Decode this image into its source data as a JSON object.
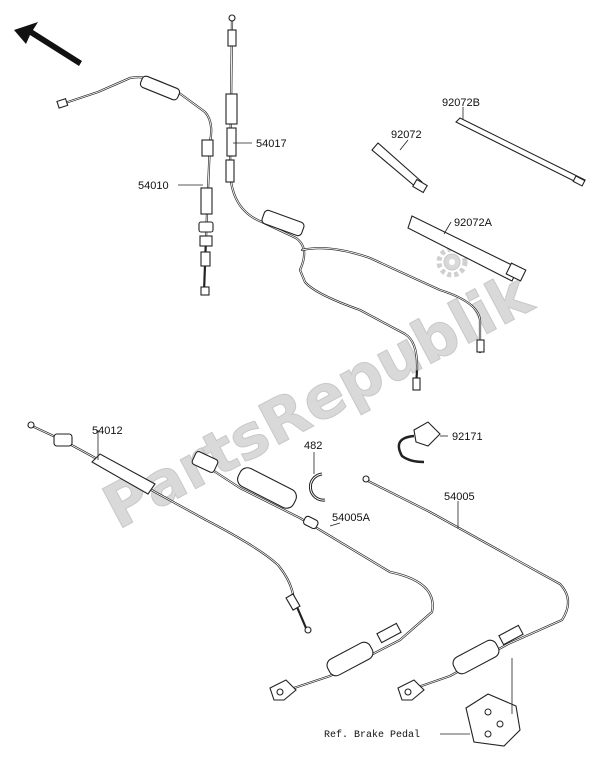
{
  "labels": {
    "p54010": "54010",
    "p54017": "54017",
    "p92072B": "92072B",
    "p92072": "92072",
    "p92072A": "92072A",
    "p54012": "54012",
    "p482": "482",
    "p92171": "92171",
    "p54005": "54005",
    "p54005A": "54005A",
    "ref_brake_pedal": "Ref. Brake Pedal"
  },
  "watermark": "PartsRepublik"
}
